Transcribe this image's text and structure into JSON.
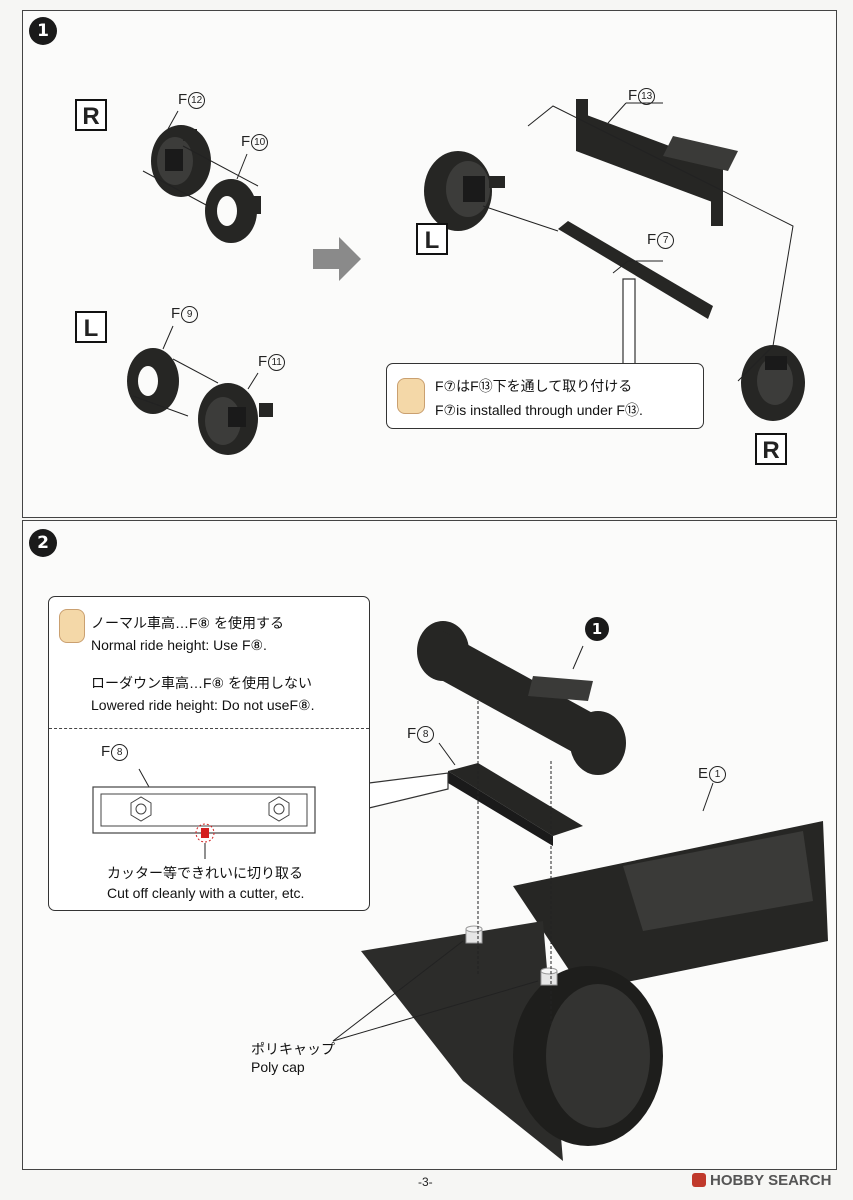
{
  "step1": {
    "number": "1",
    "side_r": "R",
    "side_l": "L",
    "side_l2": "L",
    "side_r2": "R",
    "parts": {
      "f12": {
        "prefix": "F",
        "num": "12"
      },
      "f10": {
        "prefix": "F",
        "num": "10"
      },
      "f9": {
        "prefix": "F",
        "num": "9"
      },
      "f11": {
        "prefix": "F",
        "num": "11"
      },
      "f13": {
        "prefix": "F",
        "num": "13"
      },
      "f7": {
        "prefix": "F",
        "num": "7"
      }
    },
    "note": {
      "jp": "F⑦はF⑬下を通して取り付ける",
      "en": "F⑦is installed through under F⑬."
    }
  },
  "step2": {
    "number": "2",
    "sub_ref": "1",
    "note": {
      "line1_jp": "ノーマル車高…F⑧ を使用する",
      "line1_en": "Normal ride height: Use F⑧.",
      "line2_jp": "ローダウン車高…F⑧ を使用しない",
      "line2_en": "Lowered ride height: Do not useF⑧.",
      "detail_label": {
        "prefix": "F",
        "num": "8"
      },
      "cut_jp": "カッター等できれいに切り取る",
      "cut_en": "Cut off cleanly with a cutter, etc."
    },
    "parts": {
      "f8": {
        "prefix": "F",
        "num": "8"
      },
      "e1": {
        "prefix": "E",
        "num": "1"
      }
    },
    "polycap_jp": "ポリキャップ",
    "polycap_en": "Poly cap"
  },
  "footer": {
    "page": "-3-",
    "brand": "HOBBY SEARCH"
  },
  "colors": {
    "part_dark": "#262624",
    "panel_border": "#444444",
    "arrow_gray": "#8a8a8a",
    "cut_red": "#d42020"
  }
}
